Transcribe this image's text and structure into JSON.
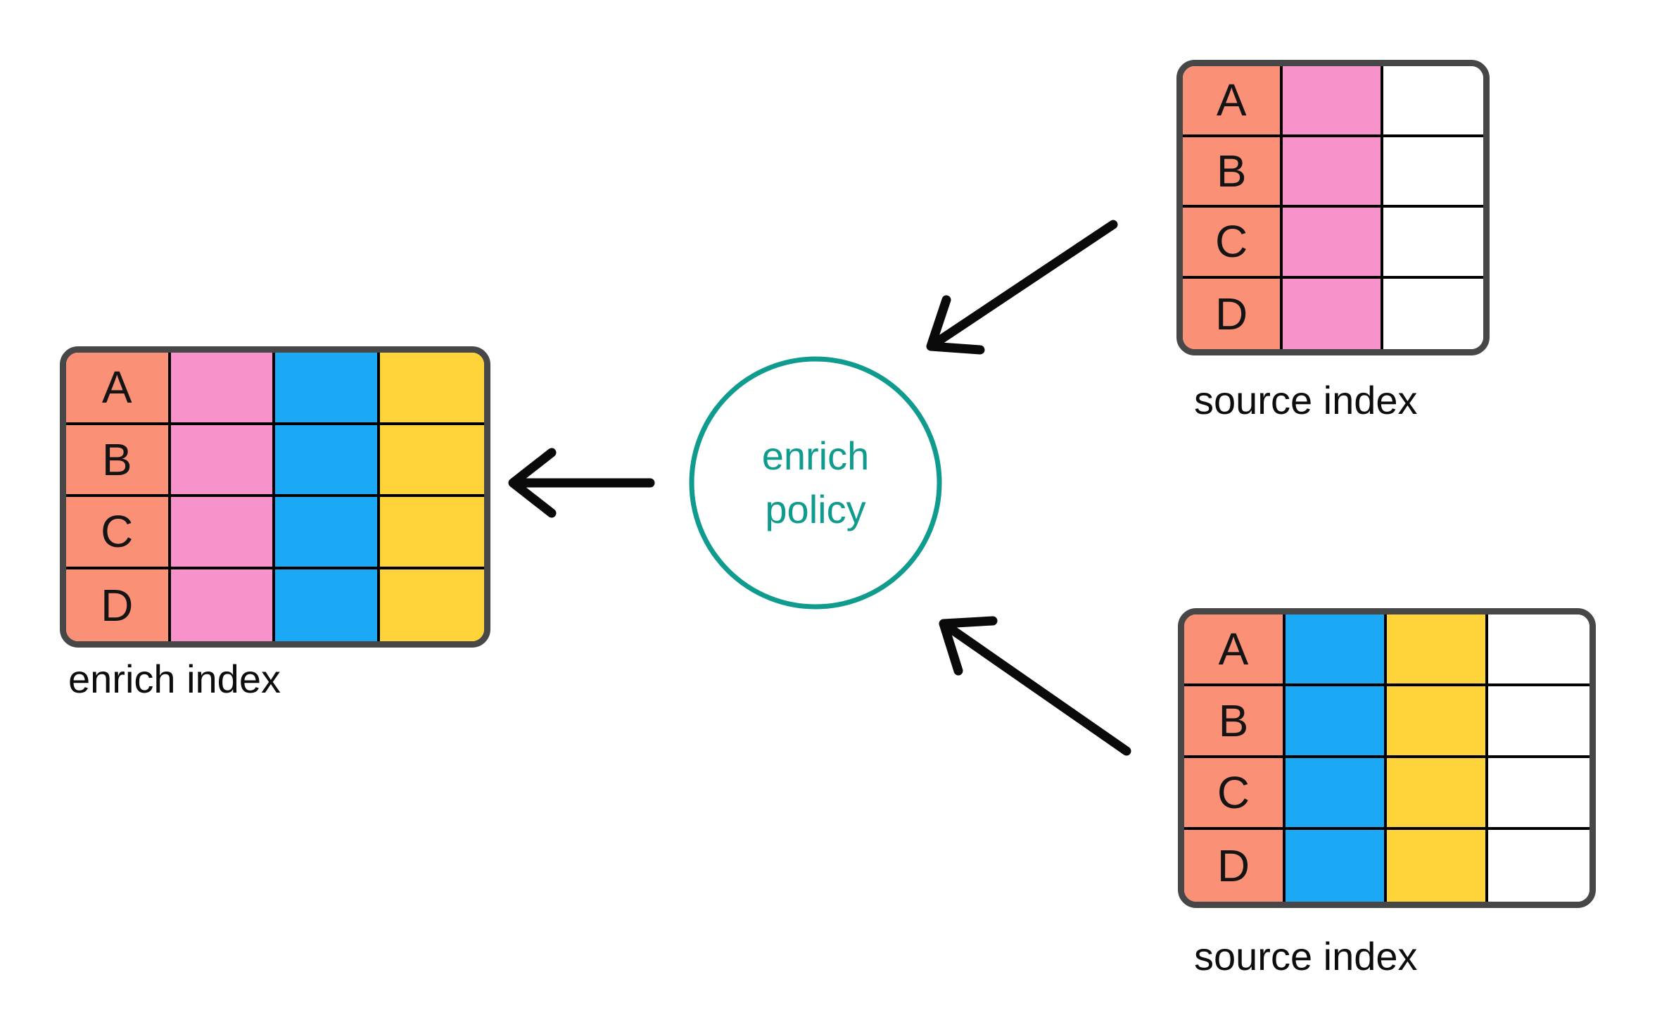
{
  "diagram": {
    "background_color": "#FFFFFF",
    "arrow_color": "#0A0A0A",
    "table_border_color": "#474747",
    "grid_line_color": "#000000",
    "cell_colors": {
      "salmon": "#FA9076",
      "pink": "#F792CB",
      "blue": "#1BA9F5",
      "yellow": "#FFD43B",
      "white": "#FFFFFF"
    },
    "tables": [
      {
        "id": "enrich-index",
        "label": "enrich index",
        "row_labels": [
          "A",
          "B",
          "C",
          "D"
        ],
        "columns": [
          "#FA9076",
          "#F792CB",
          "#1BA9F5",
          "#FFD43B"
        ]
      },
      {
        "id": "source-index-top",
        "label": "source index",
        "row_labels": [
          "A",
          "B",
          "C",
          "D"
        ],
        "columns": [
          "#FA9076",
          "#F792CB",
          "#FFFFFF"
        ]
      },
      {
        "id": "source-index-bottom",
        "label": "source index",
        "row_labels": [
          "A",
          "B",
          "C",
          "D"
        ],
        "columns": [
          "#FA9076",
          "#1BA9F5",
          "#FFD43B",
          "#FFFFFF"
        ]
      }
    ],
    "policy": {
      "line1": "enrich",
      "line2": "policy",
      "color": "#0F9B8E"
    }
  }
}
